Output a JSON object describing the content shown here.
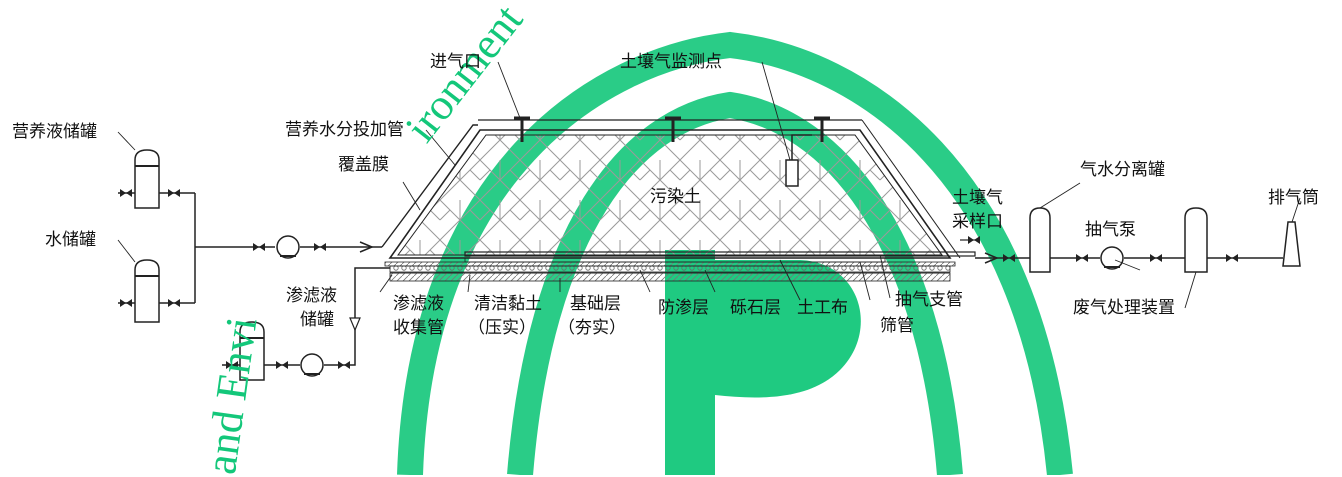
{
  "labels": {
    "nutrient_tank": "营养液储罐",
    "water_tank": "水储罐",
    "leachate_tank_l1": "渗滤液",
    "leachate_tank_l2": "储罐",
    "air_inlet": "进气口",
    "soil_gas_monitor": "土壤气监测点",
    "nutrient_pipe": "营养水分投加管",
    "cover_film": "覆盖膜",
    "contaminated_soil": "污染土",
    "soil_gas_sample_l1": "土壤气",
    "soil_gas_sample_l2": "采样口",
    "gas_water_separator": "气水分离罐",
    "extraction_pump": "抽气泵",
    "exhaust_stack": "排气筒",
    "waste_gas_treatment": "废气处理装置",
    "leachate_pipe_l1": "渗滤液",
    "leachate_pipe_l2": "收集管",
    "clean_clay_l1": "清洁黏土",
    "clean_clay_l2": "（压实）",
    "foundation_l1": "基础层",
    "foundation_l2": "（夯实）",
    "seepage_layer": "防渗层",
    "gravel_layer": "砾石层",
    "geotextile": "土工布",
    "extraction_branch": "抽气支管",
    "screen_pipe": "筛管"
  },
  "watermark": {
    "text_upper": "ironment",
    "text_lower": "and Envi",
    "color": "#13c77a"
  }
}
